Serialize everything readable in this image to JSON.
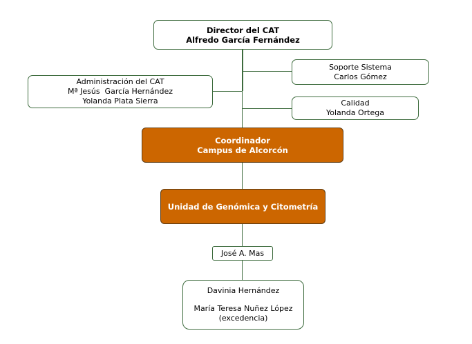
{
  "director": {
    "role": "Director del CAT",
    "name": "Alfredo García Fernández"
  },
  "administracion": {
    "title": "Administración del CAT",
    "member1": "Mª Jesús  García Hernández",
    "member2": "Yolanda Plata Sierra"
  },
  "soporte": {
    "title": "Soporte Sistema",
    "name": "Carlos Gómez"
  },
  "calidad": {
    "title": "Calidad",
    "name": "Yolanda Ortega"
  },
  "coordinador": {
    "role": "Coordinador",
    "campus": "Campus de Alcorcón"
  },
  "unidad": {
    "title": "Unidad de Genómica y Citometría"
  },
  "responsable": {
    "name": "José A. Mas"
  },
  "staff": {
    "member1": "Davinia Hernández",
    "member2": "María Teresa Nuñez López",
    "note": "(excedencia)"
  },
  "colors": {
    "accent": "#cc6600",
    "line": "#3d6b3d"
  }
}
